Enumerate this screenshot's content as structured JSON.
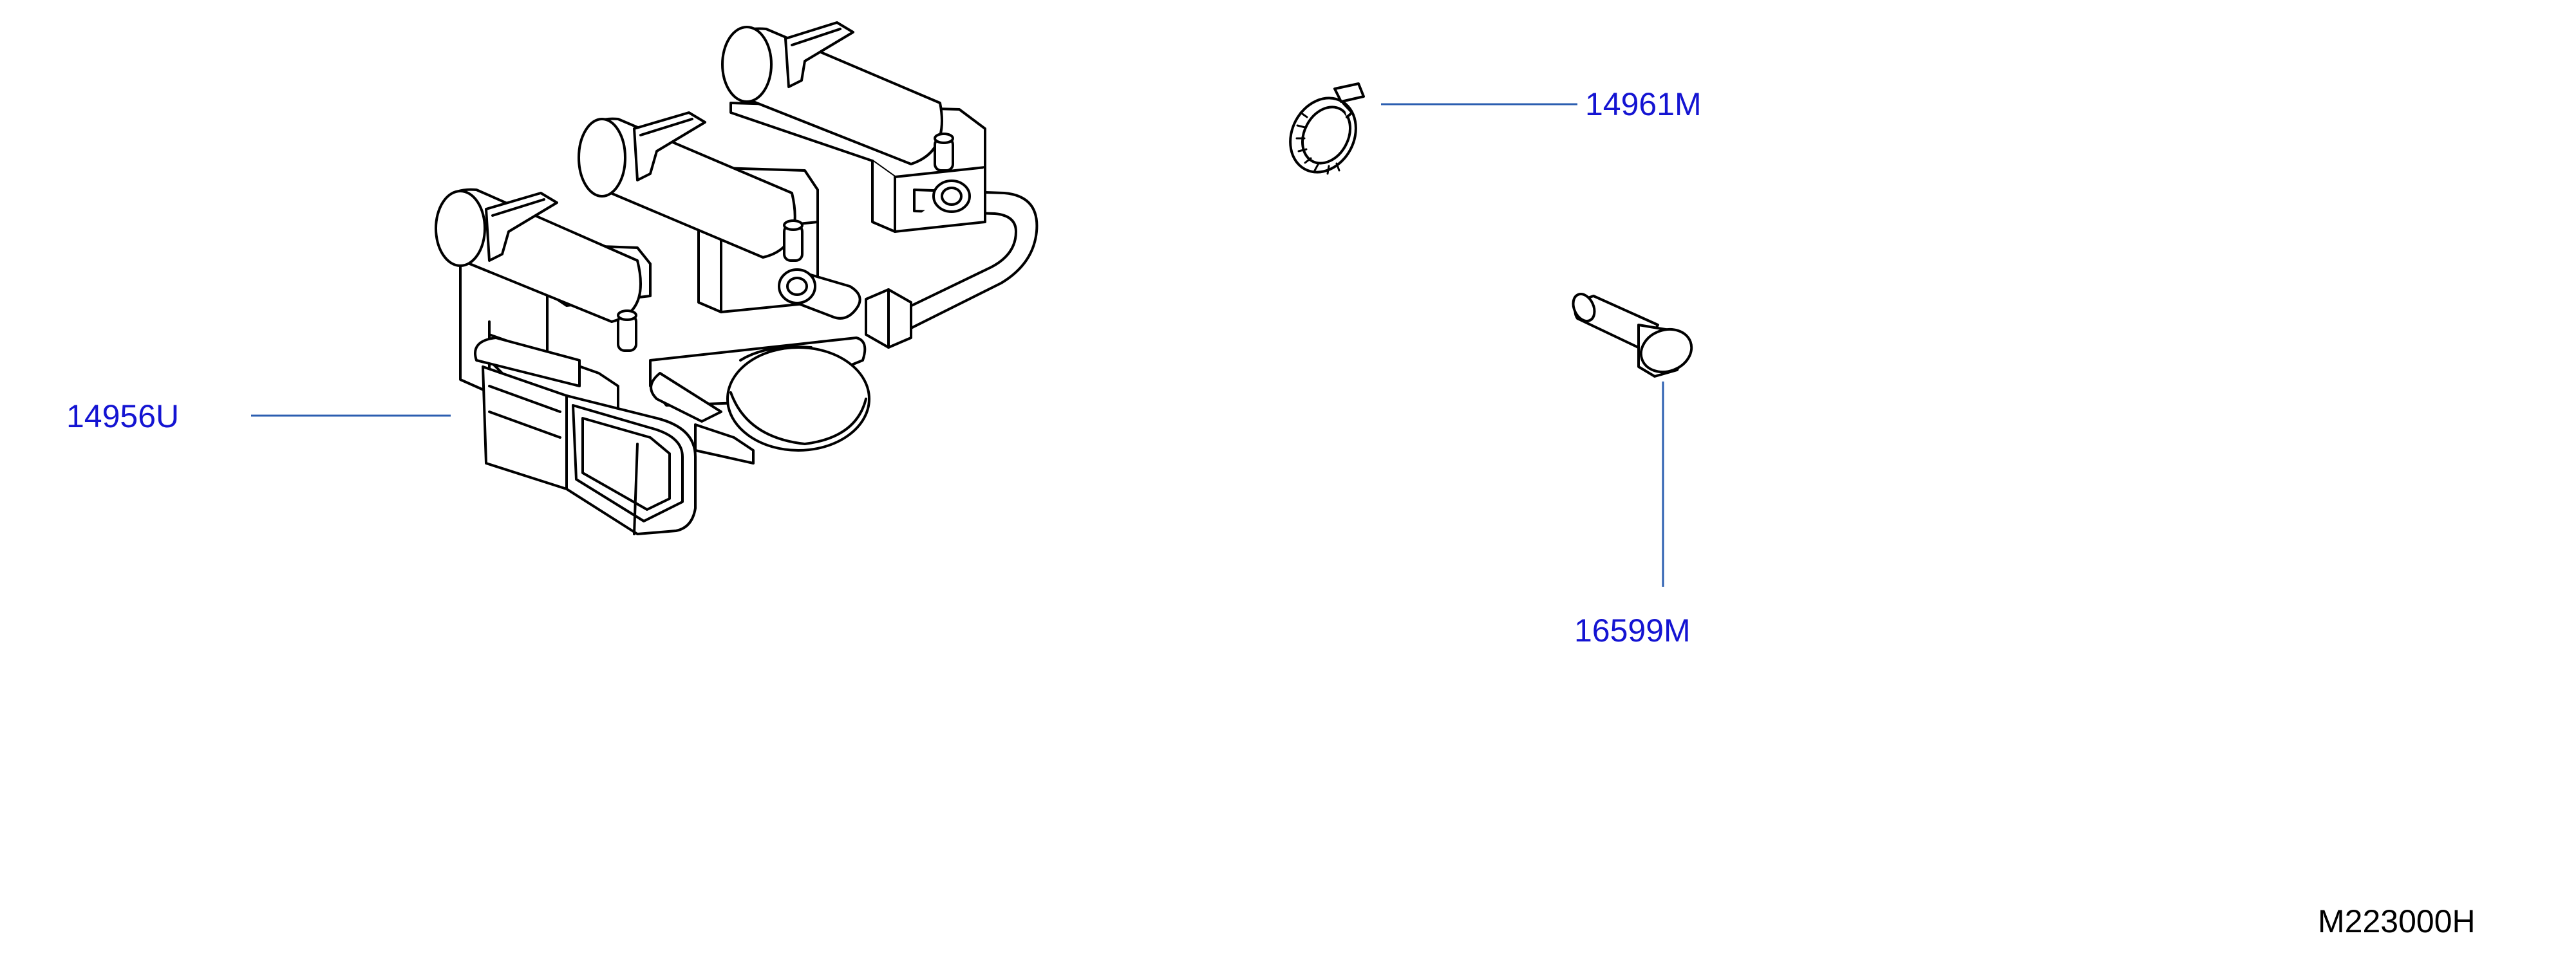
{
  "diagram": {
    "colors": {
      "callout": "#1414d2",
      "leader": "#2b5eb0",
      "ink": "#000000",
      "background": "#ffffff"
    },
    "parts": [
      {
        "id": "solenoid-valve-assembly",
        "label": "14956U"
      },
      {
        "id": "hose-clamp",
        "label": "14961M"
      },
      {
        "id": "blind-plug",
        "label": "16599M"
      }
    ],
    "diagram_code": "M223000H"
  }
}
